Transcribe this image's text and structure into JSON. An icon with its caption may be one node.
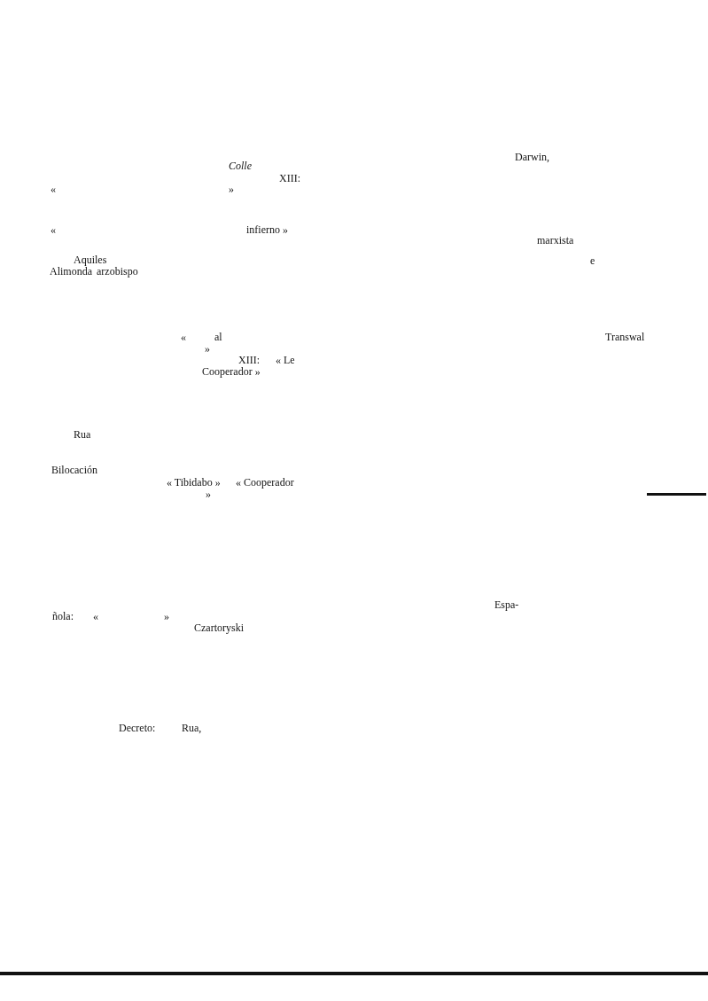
{
  "diagram": {
    "labels": [
      "Darwin,",
      "Colle",
      "XIII:",
      "«",
      "»",
      "«",
      "infierno »",
      "marxista",
      "Aquiles",
      "e",
      "Alimonda",
      "arzobispo",
      "«",
      "al",
      "Transwal",
      "»",
      "XIII:",
      "« Le",
      "Cooperador »",
      "Rua",
      "Bilocación",
      "« Tibidabo »",
      "« Cooperador",
      "»",
      "Espa-",
      "ñola:",
      "«",
      "»",
      "Czartoryski",
      "Decreto:",
      "Rua,"
    ]
  }
}
